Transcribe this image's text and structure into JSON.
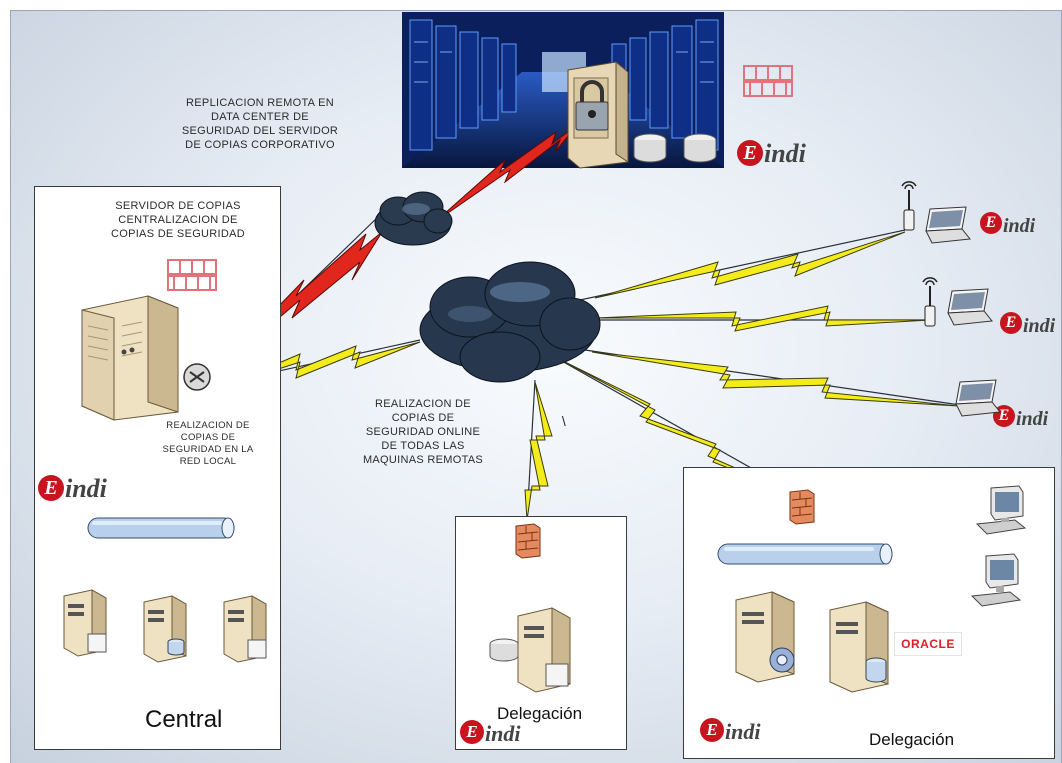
{
  "colors": {
    "link_red": "#e0261d",
    "link_yellow": "#f3ec1a",
    "brand_red": "#c8141e",
    "cloud": "#2a3a4f"
  },
  "labels": {
    "remote_replication": [
      "REPLICACION REMOTA EN",
      "DATA CENTER DE",
      "SEGURIDAD DEL SERVIDOR",
      "DE COPIAS CORPORATIVO"
    ],
    "backup_server": [
      "SERVIDOR DE COPIAS",
      "CENTRALIZACION DE",
      "COPIAS DE SEGURIDAD"
    ],
    "local_copies": [
      "REALIZACION DE",
      "COPIAS DE",
      "SEGURIDAD EN LA",
      "RED LOCAL"
    ],
    "online_copies": [
      "REALIZACION DE",
      "COPIAS DE",
      "SEGURIDAD ONLINE",
      "DE TODAS LAS",
      "MAQUINAS REMOTAS"
    ]
  },
  "sites": {
    "central": "Central",
    "delegacion_1": "Delegación",
    "delegacion_2": "Delegación"
  },
  "brand": {
    "initial": "E",
    "rest": "indi"
  },
  "oracle_logo": "ORACLE",
  "stray_mark": "\\",
  "icons": [
    "datacenter-photo",
    "server-lock-icon",
    "disk-icon",
    "firewall-icon",
    "cloud-icon",
    "router-icon",
    "laptop-icon",
    "wireless-antenna-icon",
    "tower-server-icon",
    "desktop-pc-icon",
    "network-bus-icon",
    "lightning-link-icon"
  ]
}
